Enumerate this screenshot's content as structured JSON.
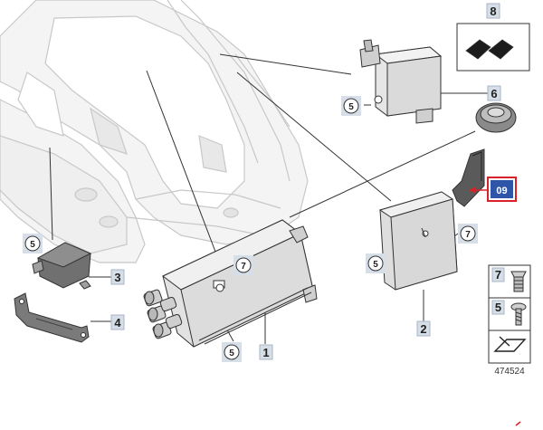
{
  "parts": {
    "p1": "1",
    "p2": "2",
    "p3": "3",
    "p4": "4",
    "p6": "6",
    "p8": "8"
  },
  "callouts": {
    "screw": "5",
    "nut": "7"
  },
  "reference": {
    "label": "09",
    "color": "#2e55a8",
    "border": "#d8222a"
  },
  "legend": {
    "nut_id": "7",
    "screw_id": "5"
  },
  "diagram_number": "474524",
  "colors": {
    "label_bg": "#d6dee8",
    "outline": "#333333",
    "body_fill": "#eeeeee"
  }
}
